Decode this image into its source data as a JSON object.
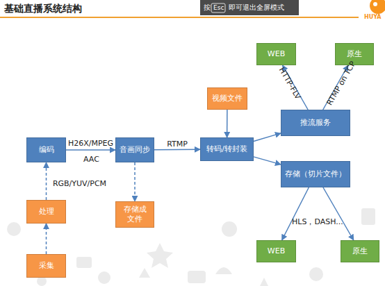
{
  "diagram": {
    "title": "基础直播系统结构",
    "nodes": [
      {
        "text": [
          "WEB"
        ]
      },
      {
        "text": [
          "原生"
        ]
      },
      {
        "text": [
          "视频文件"
        ]
      },
      {
        "text": [
          "推流服务"
        ]
      },
      {
        "text": [
          "编码"
        ]
      },
      {
        "text": [
          "音画同步"
        ]
      },
      {
        "text": [
          "转码/转封装"
        ]
      },
      {
        "text": [
          "存储（切片文件）"
        ]
      },
      {
        "text": [
          "处理"
        ]
      },
      {
        "text": [
          "存储成文件"
        ]
      },
      {
        "text": [
          "采集"
        ]
      },
      {
        "text": [
          "WEB"
        ]
      },
      {
        "text": [
          "原生"
        ]
      }
    ],
    "edges": [
      {
        "from": 10,
        "to": 8,
        "arrow": "to"
      },
      {
        "from": 8,
        "to": 4,
        "label": "RGB/YUV/PCM",
        "arrow": "to"
      },
      {
        "from": 4,
        "to": 5,
        "label": "H26X/MPEG",
        "arrow": "to"
      },
      {
        "from": 5,
        "to": 9,
        "arrow": "to"
      },
      {
        "from": 5,
        "to": 6,
        "label": "RTMP",
        "arrow": "to"
      },
      {
        "from": 2,
        "to": 6,
        "arrow": "to"
      },
      {
        "from": 6,
        "to": 3,
        "arrow": "to"
      },
      {
        "from": 6,
        "to": 7,
        "arrow": "to"
      },
      {
        "from": 3,
        "to": 0,
        "label": "HTTP-FLV",
        "arrow": "to"
      },
      {
        "from": 3,
        "to": 1,
        "label": "RTMP on TCP",
        "arrow": "to"
      },
      {
        "from": 7,
        "to": 11,
        "arrow": "to"
      },
      {
        "from": 7,
        "to": 12,
        "arrow": "to"
      }
    ],
    "labels": [
      "按",
      "Esc",
      "即可退出全屏模式",
      "HUYA",
      "AAC",
      "HLS，DASH..."
    ]
  }
}
